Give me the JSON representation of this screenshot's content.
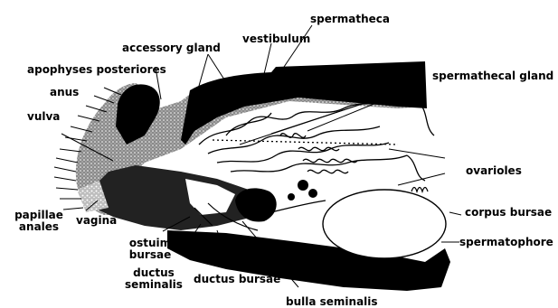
{
  "labels": {
    "spermatheca": "spermatheca",
    "vestibulum": "vestibulum",
    "accessory_gland": "accessory gland",
    "apophyses_posteriores": "apophyses posteriores",
    "anus": "anus",
    "vulva": "vulva",
    "spermathecal_gland": "spermathecal gland",
    "ovarioles": "ovarioles",
    "corpus_bursae": "corpus bursae",
    "spermatophore": "spermatophore",
    "papillae_line1": "papillae",
    "papillae_line2": "anales",
    "vagina": "vagina",
    "ostium_line1": "ostuim",
    "ostium_line2": "bursae",
    "ductus_seminalis_line1": "ductus",
    "ductus_seminalis_line2": "seminalis",
    "ductus_bursae": "ductus bursae",
    "bulla_seminalis": "bulla seminalis"
  },
  "colors": {
    "ink": "#000000",
    "paper": "#ffffff",
    "stipple": "#555555"
  }
}
